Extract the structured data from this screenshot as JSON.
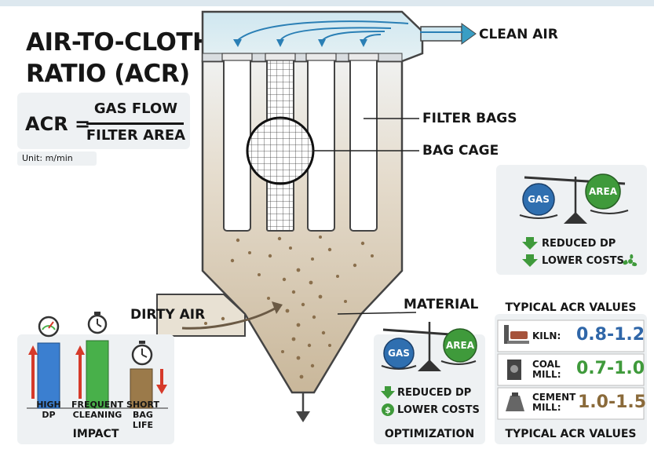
{
  "title": [
    "AIR-TO-CLOTH",
    "RATIO (ACR)"
  ],
  "formula": {
    "lhs": "ACR =",
    "numerator": "GAS FLOW",
    "denominator": "FILTER AREA"
  },
  "unit": "Unit: m/min",
  "labels": {
    "clean_air": "CLEAN AIR",
    "filter_bags": "FILTER BAGS",
    "bag_cage": "BAG CAGE",
    "dirty_air": "DIRTY AIR",
    "material": "MATERIAL"
  },
  "scale": {
    "gas": "GAS",
    "area": "AREA"
  },
  "balance_top": {
    "reduced_dp": "REDUCED DP",
    "lower_costs": "LOWER COSTS"
  },
  "impact": {
    "title": "IMPACT",
    "bars": [
      {
        "label": "HIGH DP"
      },
      {
        "label": "FREQUENT CLEANING"
      },
      {
        "label": "SHORT BAG LIFE"
      }
    ]
  },
  "optimization": {
    "title": "OPTIMIZATION",
    "reduced_dp": "REDUCED DP",
    "lower_costs": "LOWER COSTS"
  },
  "typical": {
    "title": "TYPICAL ACR VALUES",
    "footer": "TYPICAL ACR VALUES",
    "rows": [
      {
        "name": "KILN:",
        "value": "0.8-1.2",
        "color": "#2f66a8"
      },
      {
        "name": "COAL MILL:",
        "value": "0.7-1.0",
        "color": "#3f9a3b"
      },
      {
        "name": "CEMENT MILL:",
        "value": "1.0-1.5",
        "color": "#8a6a3a"
      }
    ]
  },
  "colors": {
    "gas": "#2f6fb0",
    "area": "#3f9a3b",
    "bar_blue": "#3b7fd0",
    "bar_green": "#48b04a",
    "bar_brown": "#9b7a4a",
    "arrow_red": "#d63a2a"
  }
}
